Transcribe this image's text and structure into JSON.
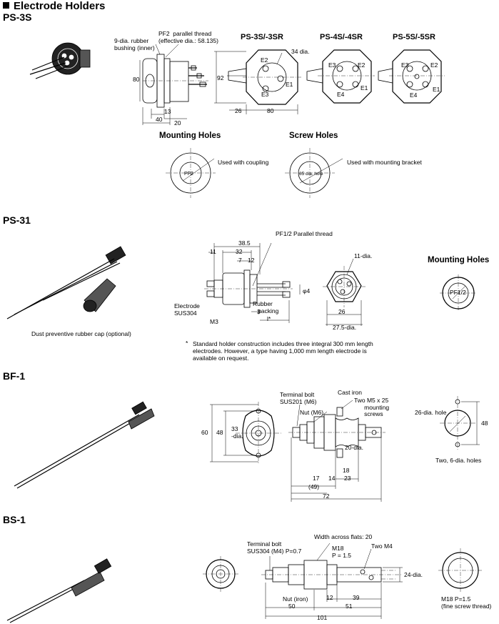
{
  "title": "Electrode Holders",
  "sections": {
    "ps3s": {
      "name": "PS-3S",
      "labels": {
        "bushing": "9-dia. rubber\nbushing (inner)",
        "thread": "PF2  parallel thread\n(effective dia.: 58.135)",
        "d80": "80",
        "d92": "92",
        "d13": "13",
        "d40": "40",
        "d20": "20",
        "d26": "26",
        "d80b": "80",
        "d34": "34 dia."
      },
      "variants": [
        "PS-3S/-3SR",
        "PS-4S/-4SR",
        "PS-5S/-5SR"
      ],
      "mounting_title": "Mounting Holes",
      "screw_title": "Screw Holes",
      "mounting_note": "Used with coupling",
      "screw_note": "Used with mounting bracket",
      "pf2": "PF2",
      "hole65": "65 dia. hole"
    },
    "ps31": {
      "name": "PS-31",
      "caption": "Dust preventive rubber cap (optional)",
      "labels": {
        "thread": "PF1/2 Parallel thread",
        "d385": "38.5",
        "d11": "11",
        "d32": "32",
        "d7": "7",
        "d12": "12",
        "electrode": "Electrode\nSUS304",
        "m3": "M3",
        "rubber": "Rubber\n   packing",
        "d3": "3",
        "lstar": "l*",
        "phi4": "φ4",
        "dia11": "11-dia.",
        "d26": "26",
        "d275": "27.5-dia."
      },
      "mounting_title": "Mounting Holes",
      "pf12": "PF1/2",
      "note_star": "*",
      "note": "Standard holder construction includes three integral 300 mm length electrodes. However, a type having 1,000 mm length electrode is available on request."
    },
    "bf1": {
      "name": "BF-1",
      "labels": {
        "d60": "60",
        "d48": "48",
        "d33": "33\n-dia.",
        "terminal": "Terminal bolt\nSUS201 (M6)",
        "nut": "Nut (M6)",
        "cast": "Cast iron",
        "screws": "Two M5 x 25\n      mounting\n      screws",
        "d20": "20-dia.",
        "d18": "18",
        "d17": "17",
        "d14": "14",
        "d23": "23",
        "d49": "(49)",
        "d72": "72",
        "hole26": "26-dia. hole",
        "d48b": "48",
        "holes6": "Two, 6-dia. holes"
      }
    },
    "bs1": {
      "name": "BS-1",
      "labels": {
        "terminal": "Terminal bolt\nSUS304 (M4) P=0.7",
        "flats": "Width across flats: 20",
        "m18": "M18\nP = 1.5",
        "m4": "Two M4",
        "d24": "24-dia.",
        "nut": "Nut (iron)",
        "d12": "12",
        "d39": "39",
        "d50": "50",
        "d51": "51",
        "d101": "101",
        "m18b": "M18 P=1.5\n(fine screw thread)"
      }
    }
  }
}
